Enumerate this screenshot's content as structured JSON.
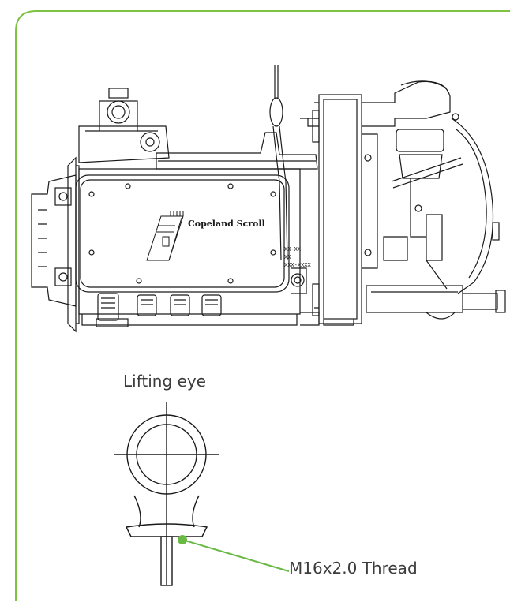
{
  "diagram": {
    "brand_text": "Copeland Scroll",
    "serial_lines": [
      "XX-XX",
      "XX",
      "XXX-XXXX"
    ]
  },
  "labels": {
    "lifting_eye": "Lifting eye",
    "thread": "M16x2.0 Thread"
  },
  "colors": {
    "frame_border": "#7dc242",
    "leader_line": "#6ab945",
    "line_art": "#1a1a1a"
  },
  "icons": {
    "brand_logo": "circuit-board-icon"
  }
}
